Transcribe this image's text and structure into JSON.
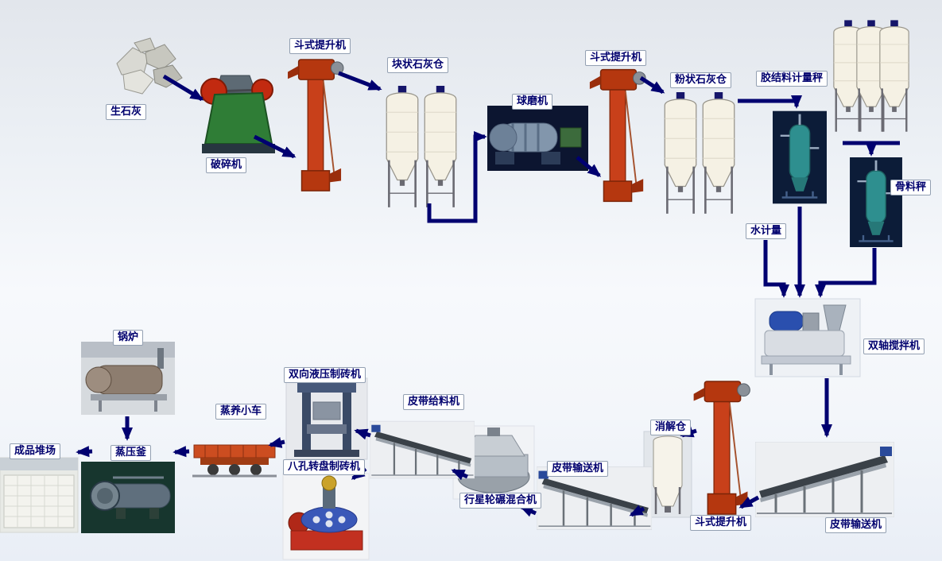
{
  "page": {
    "type": "process-flow-diagram",
    "language": "zh-CN"
  },
  "labels": {
    "quicklime": "生石灰",
    "crusher": "破碎机",
    "bucket_elevator_1": "斗式提升机",
    "lump_lime_silo": "块状石灰仓",
    "ball_mill": "球磨机",
    "bucket_elevator_2": "斗式提升机",
    "powder_lime_silo": "粉状石灰仓",
    "binder_scale": "胶结料计量秤",
    "aggregate_scale": "骨料秤",
    "water_meter": "水计量",
    "twin_shaft_mixer": "双轴搅拌机",
    "belt_conveyor_right": "皮带输送机",
    "bucket_elevator_3": "斗式提升机",
    "digestion_silo": "消解仓",
    "belt_conveyor_mid": "皮带输送机",
    "planetary_mixer": "行星轮碾混合机",
    "belt_feeder": "皮带给料机",
    "hydraulic_brick_machine": "双向液压制砖机",
    "rotary_brick_machine": "八孔转盘制砖机",
    "steam_car": "蒸养小车",
    "autoclave": "蒸压釜",
    "boiler": "锅炉",
    "product_yard": "成品堆场"
  },
  "colors": {
    "arrow": "#000070",
    "label_text": "#00006e",
    "label_border": "#93a0b2",
    "label_background": "#ffffff",
    "elevator_red": "#c8401a",
    "silo_body": "#f5f1e4"
  },
  "edges": [
    {
      "from": "quicklime",
      "to": "crusher"
    },
    {
      "from": "crusher",
      "to": "bucket_elevator_1"
    },
    {
      "from": "bucket_elevator_1",
      "to": "lump_lime_silo"
    },
    {
      "from": "lump_lime_silo",
      "to": "ball_mill"
    },
    {
      "from": "ball_mill",
      "to": "bucket_elevator_2"
    },
    {
      "from": "bucket_elevator_2",
      "to": "powder_lime_silo"
    },
    {
      "from": "powder_lime_silo",
      "to": "binder_scale"
    },
    {
      "from": "storage_silos",
      "to": "aggregate_scale"
    },
    {
      "from": "binder_scale",
      "to": "twin_shaft_mixer"
    },
    {
      "from": "water_meter",
      "to": "twin_shaft_mixer"
    },
    {
      "from": "aggregate_scale",
      "to": "twin_shaft_mixer"
    },
    {
      "from": "twin_shaft_mixer",
      "to": "belt_conveyor_right"
    },
    {
      "from": "belt_conveyor_right",
      "to": "bucket_elevator_3"
    },
    {
      "from": "bucket_elevator_3",
      "to": "digestion_silo"
    },
    {
      "from": "digestion_silo",
      "to": "belt_conveyor_mid"
    },
    {
      "from": "belt_conveyor_mid",
      "to": "planetary_mixer"
    },
    {
      "from": "planetary_mixer",
      "to": "belt_feeder"
    },
    {
      "from": "belt_feeder",
      "to": "hydraulic_brick_machine"
    },
    {
      "from": "belt_feeder",
      "to": "rotary_brick_machine"
    },
    {
      "from": "hydraulic_brick_machine",
      "to": "steam_car"
    },
    {
      "from": "steam_car",
      "to": "autoclave"
    },
    {
      "from": "autoclave",
      "to": "product_yard"
    },
    {
      "from": "boiler",
      "to": "autoclave"
    }
  ]
}
